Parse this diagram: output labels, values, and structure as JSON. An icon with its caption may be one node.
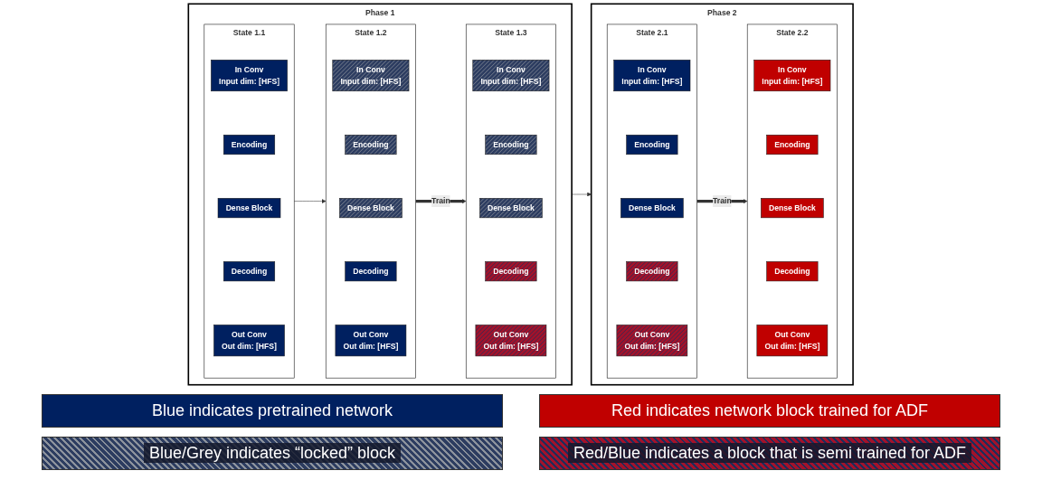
{
  "diagram": {
    "nodes": [
      {
        "text": [
          "Phase 1"
        ]
      },
      {
        "text": [
          "State 1.1"
        ],
        "in": 0
      },
      {
        "text": [
          "In Conv",
          "Input dim: [HFS]"
        ],
        "in": 1
      },
      {
        "text": [
          "Encoding"
        ],
        "in": 1
      },
      {
        "text": [
          "Dense Block"
        ],
        "in": 1
      },
      {
        "text": [
          "Decoding"
        ],
        "in": 1
      },
      {
        "text": [
          "Out Conv",
          "Out dim: [HFS]"
        ],
        "in": 1
      },
      {
        "text": [
          "State 1.2"
        ],
        "in": 0
      },
      {
        "text": [
          "In Conv",
          "Input dim: [HFS]"
        ],
        "in": 7
      },
      {
        "text": [
          "Encoding"
        ],
        "in": 7
      },
      {
        "text": [
          "Dense Block"
        ],
        "in": 7
      },
      {
        "text": [
          "Decoding"
        ],
        "in": 7
      },
      {
        "text": [
          "Out Conv",
          "Out dim: [HFS]"
        ],
        "in": 7
      },
      {
        "text": [
          "State 1.3"
        ],
        "in": 0
      },
      {
        "text": [
          "In Conv",
          "Input dim: [HFS]"
        ],
        "in": 13
      },
      {
        "text": [
          "Encoding"
        ],
        "in": 13
      },
      {
        "text": [
          "Dense Block"
        ],
        "in": 13
      },
      {
        "text": [
          "Decoding"
        ],
        "in": 13
      },
      {
        "text": [
          "Out Conv",
          "Out dim: [HFS]"
        ],
        "in": 13
      },
      {
        "text": [
          "Phase 2"
        ]
      },
      {
        "text": [
          "State 2.1"
        ],
        "in": 19
      },
      {
        "text": [
          "In Conv",
          "Input dim: [HFS]"
        ],
        "in": 20
      },
      {
        "text": [
          "Encoding"
        ],
        "in": 20
      },
      {
        "text": [
          "Dense Block"
        ],
        "in": 20
      },
      {
        "text": [
          "Decoding"
        ],
        "in": 20
      },
      {
        "text": [
          "Out Conv",
          "Out dim: [HFS]"
        ],
        "in": 20
      },
      {
        "text": [
          "State 2.2"
        ],
        "in": 19
      },
      {
        "text": [
          "In Conv",
          "Input dim: [HFS]"
        ],
        "in": 26
      },
      {
        "text": [
          "Encoding"
        ],
        "in": 26
      },
      {
        "text": [
          "Dense Block"
        ],
        "in": 26
      },
      {
        "text": [
          "Decoding"
        ],
        "in": 26
      },
      {
        "text": [
          "Out Conv",
          "Out dim: [HFS]"
        ],
        "in": 26
      }
    ],
    "edges": [
      {
        "from": 1,
        "to": 7,
        "arrow": "to"
      },
      {
        "from": 7,
        "to": 13,
        "arrow": "to",
        "label": "Train",
        "style": "thick"
      },
      {
        "from": 0,
        "to": 19,
        "arrow": "to"
      },
      {
        "from": 20,
        "to": 26,
        "arrow": "to",
        "label": "Train",
        "style": "thick"
      }
    ],
    "legend": [
      {
        "text": "Blue indicates pretrained network",
        "color": "#002060"
      },
      {
        "text": "Red indicates network block trained for ADF",
        "color": "#c00000"
      },
      {
        "text": "Blue/Grey indicates “locked” block"
      },
      {
        "text": "Red/Blue indicates a block that is semi trained for ADF"
      }
    ]
  }
}
